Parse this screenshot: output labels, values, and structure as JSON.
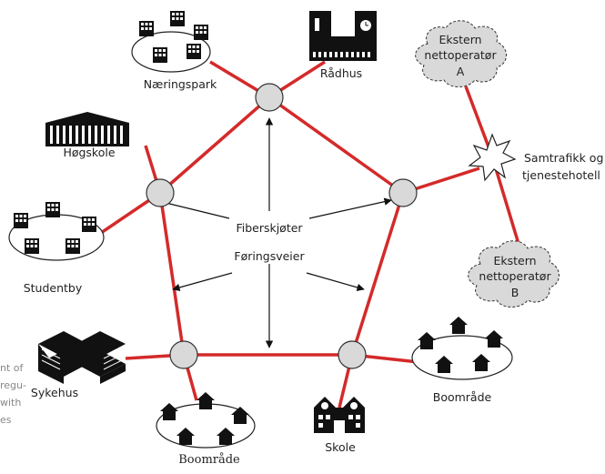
{
  "labels": {
    "naeringspark": "Næringspark",
    "radhus": "Rådhus",
    "hogskole": "Høgskole",
    "studentby": "Studentby",
    "sykehus": "Sykehus",
    "boomrade_bottom": "Boområde",
    "skole": "Skole",
    "boomrade_right": "Boområde",
    "samtrafikk_line1": "Samtrafikk og",
    "samtrafikk_line2": "tjenestehotell",
    "fiberskjoter": "Fiberskjøter",
    "foringsveier": "Føringsveier"
  },
  "operators": {
    "a_line1": "Ekstern",
    "a_line2": "nettoperatør",
    "a_line3": "A",
    "b_line1": "Ekstern",
    "b_line2": "nettoperatør",
    "b_line3": "B"
  },
  "margin_text": {
    "line1": "nt of",
    "line2": "regu-",
    "line3": "with",
    "line4": "es"
  },
  "colors": {
    "fiber": "#d42a2a",
    "node_fill": "#d9d9d9",
    "cloud_fill": "#d9d9d9",
    "ink": "#111111"
  }
}
